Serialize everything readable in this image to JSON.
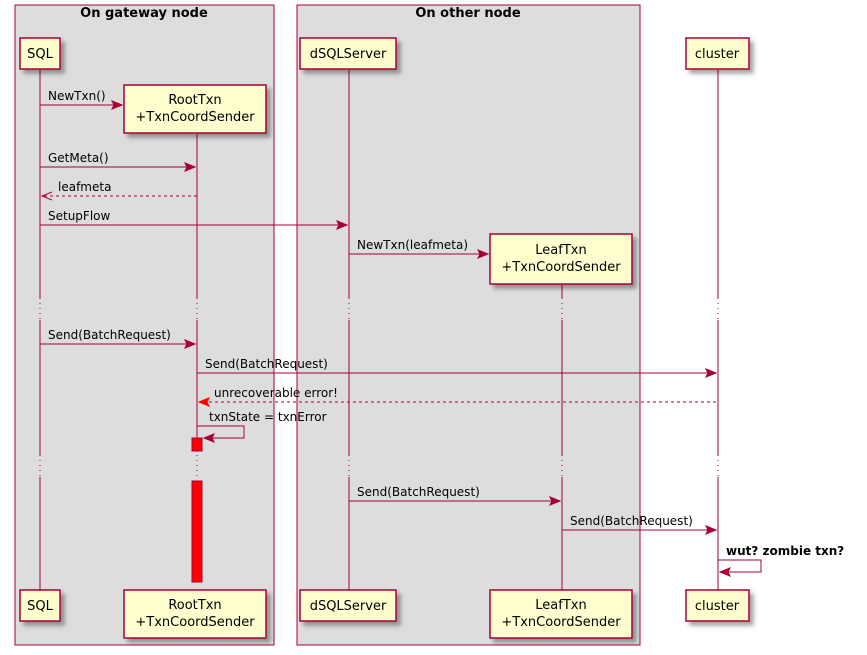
{
  "boxes": {
    "gateway": "On gateway node",
    "other": "On other node"
  },
  "participants": {
    "sql": "SQL",
    "roottxn_line1": "RootTxn",
    "roottxn_line2": "+TxnCoordSender",
    "dsqlserver": "dSQLServer",
    "leaftxn_line1": "LeafTxn",
    "leaftxn_line2": "+TxnCoordSender",
    "cluster": "cluster"
  },
  "messages": {
    "m1": "NewTxn()",
    "m2": "GetMeta()",
    "m3": "leafmeta",
    "m4": "SetupFlow",
    "m5": "NewTxn(leafmeta)",
    "m6": "Send(BatchRequest)",
    "m7": "Send(BatchRequest)",
    "m8": "unrecoverable error!",
    "m9": "txnState = txnError",
    "m10": "Send(BatchRequest)",
    "m11": "Send(BatchRequest)",
    "m12": "wut? zombie txn?"
  },
  "colors": {
    "arrow": "#A80036",
    "error_arrow": "#FF0000",
    "participant_fill": "#FEFECE",
    "box_fill": "#DDDDDD",
    "activation": "#FF0000"
  }
}
